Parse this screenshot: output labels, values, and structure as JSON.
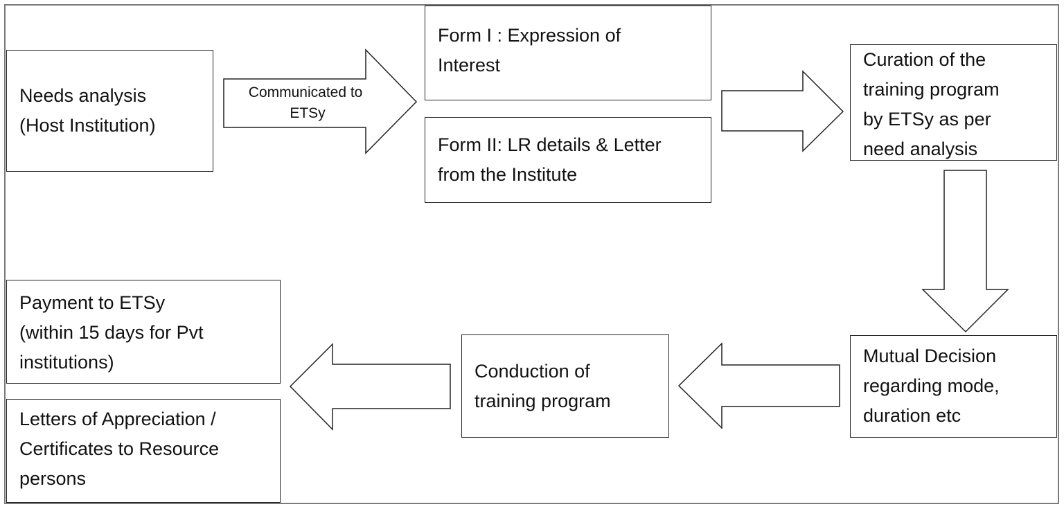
{
  "diagram": {
    "needs_analysis": "Needs analysis\n(Host Institution)",
    "arrow_label": "Communicated to\nETSy",
    "form_one": "Form I : Expression of\nInterest",
    "form_two": "Form II: LR details & Letter\nfrom the Institute",
    "curation": "Curation of the\ntraining program\nby ETSy as per\nneed analysis",
    "mutual_decision": "Mutual Decision\nregarding mode,\nduration etc",
    "conduction": "Conduction of\ntraining program",
    "payment": "Payment to ETSy\n(within 15 days for Pvt\ninstitutions)",
    "letters": "Letters of Appreciation /\nCertificates to Resource\npersons"
  }
}
